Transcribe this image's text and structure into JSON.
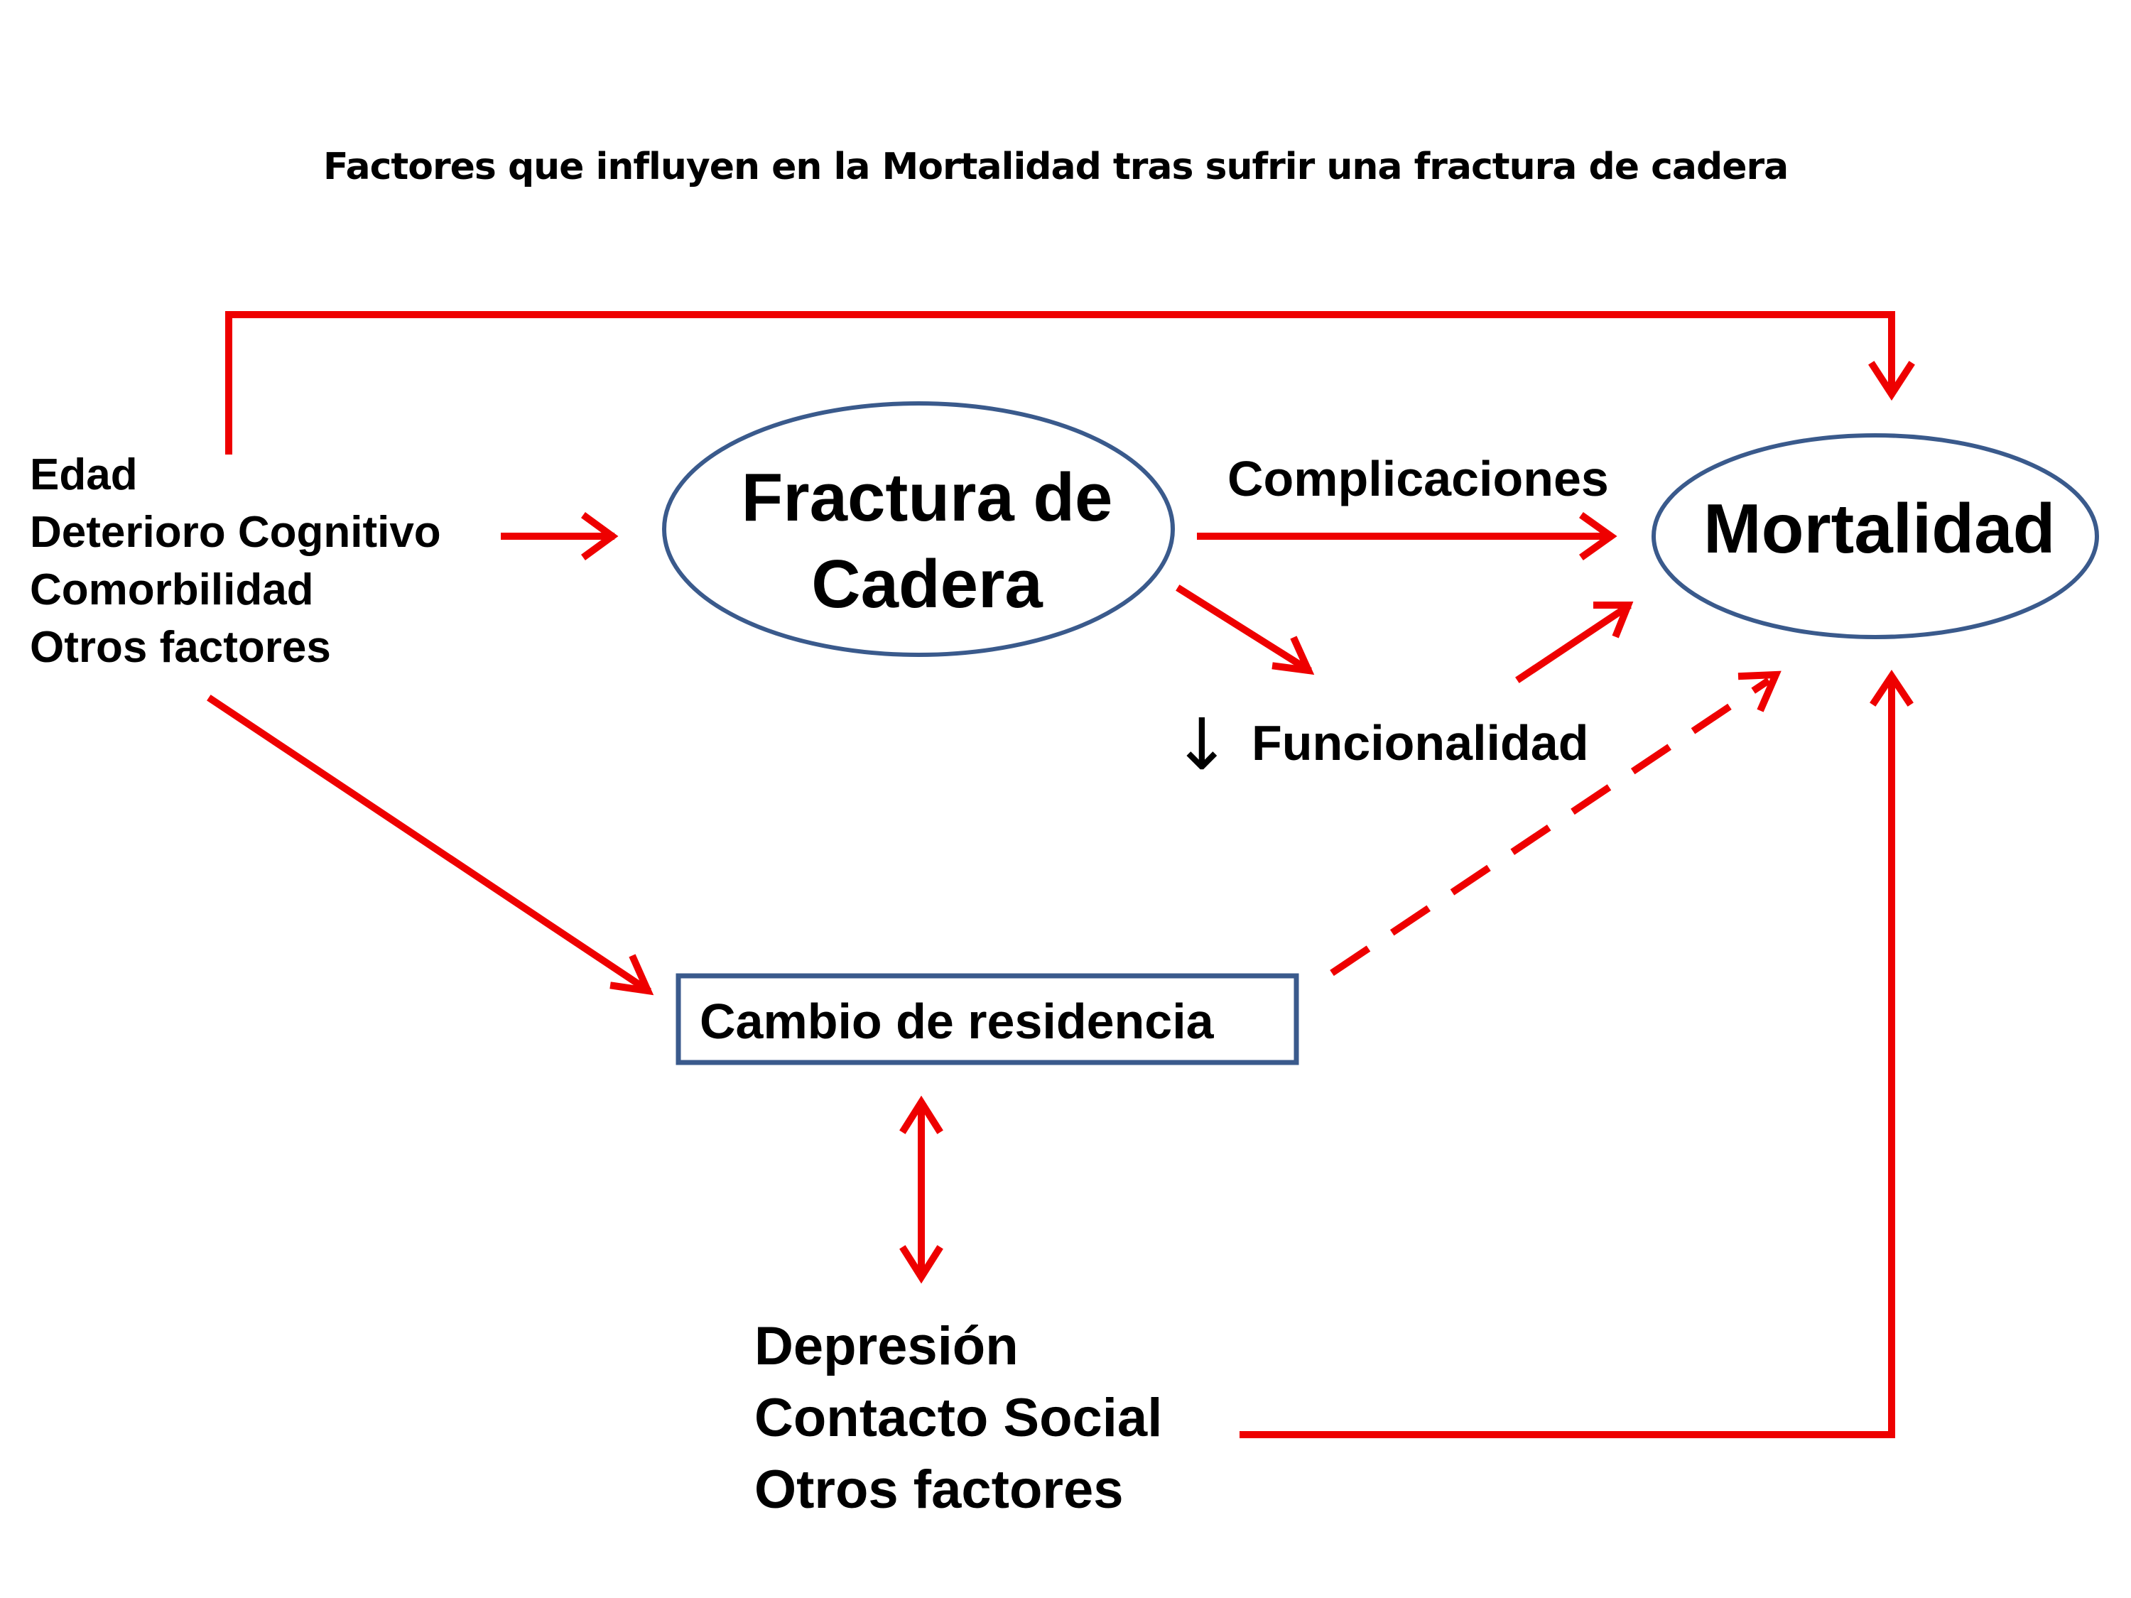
{
  "title": "Factores que influyen en la  Mortalidad tras sufrir una fractura de cadera",
  "risk_factors": [
    "Edad",
    "Deterioro Cognitivo",
    "Comorbilidad",
    "Otros factores"
  ],
  "nodes": {
    "fractura": "Fractura de Cadera",
    "mortalidad": "Mortalidad",
    "residencia": "Cambio de residencia"
  },
  "labels": {
    "complicaciones": "Complicaciones",
    "funcionalidad": "Funcionalidad",
    "decrease_symbol": "↓"
  },
  "psychosocial_factors": [
    "Depresión",
    "Contacto Social",
    "Otros factores"
  ],
  "colors": {
    "arrow": "#ee0000",
    "node_border": "#3a5a8c",
    "text": "#000000",
    "background": "#ffffff"
  }
}
